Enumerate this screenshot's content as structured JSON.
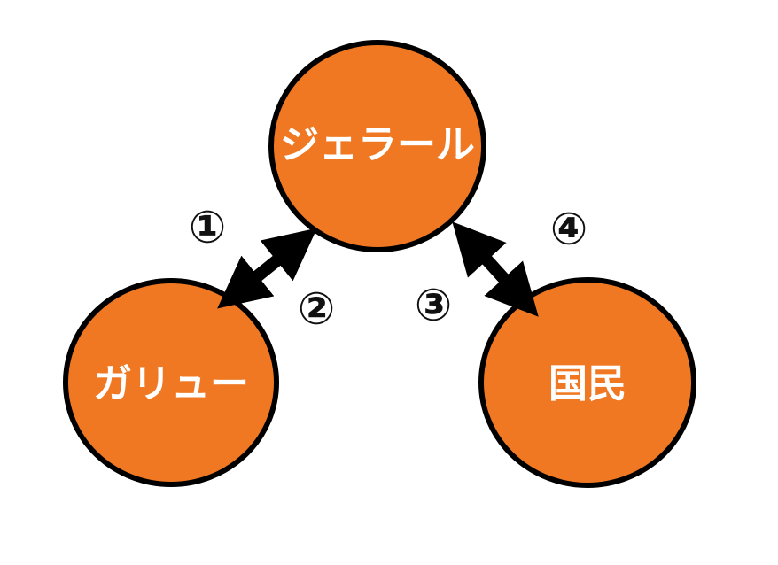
{
  "colors": {
    "node_fill": "#F07822",
    "node_stroke": "#000000",
    "arrow": "#000000",
    "text_on_node": "#FFFFFF",
    "step_text": "#111111"
  },
  "nodes": {
    "top": {
      "label": "ジェラール"
    },
    "left": {
      "label": "ガリュー"
    },
    "right": {
      "label": "国民"
    }
  },
  "steps": {
    "s1": "①",
    "s2": "②",
    "s3": "③",
    "s4": "④"
  },
  "edges": [
    {
      "from": "left",
      "to": "top",
      "type": "bidirectional"
    },
    {
      "from": "top",
      "to": "right",
      "type": "bidirectional"
    }
  ]
}
